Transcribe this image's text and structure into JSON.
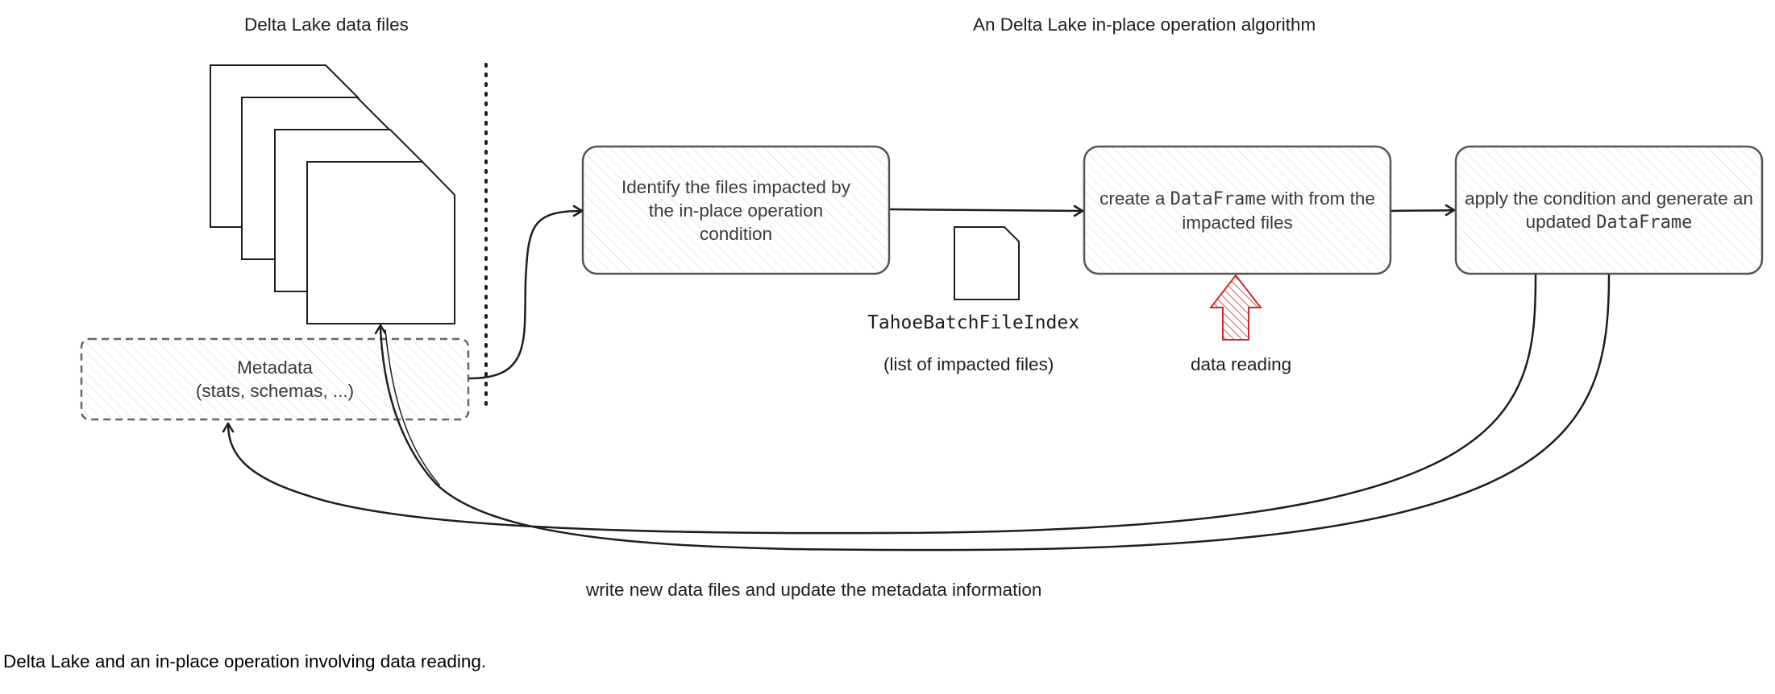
{
  "titles": {
    "left": "Delta Lake data files",
    "right": "An Delta Lake in-place operation algorithm"
  },
  "metadata_box": {
    "line1": "Metadata",
    "line2": "(stats, schemas, ...)"
  },
  "step1": {
    "text": "Identify the files impacted by the in-place operation condition"
  },
  "step2": {
    "pre": "create a ",
    "code": "DataFrame",
    "post": " with from the impacted files"
  },
  "step3": {
    "pre": "apply the condition and generate an updated ",
    "code": "DataFrame"
  },
  "file_index": {
    "name": "TahoeBatchFileIndex",
    "caption": "(list of impacted files)"
  },
  "data_reading": "data reading",
  "write_label": "write new data files and update the metadata information",
  "caption": "Delta Lake and an in-place operation involving data reading.",
  "colors": {
    "stroke": "#1e1e1e",
    "box_stroke": "#555555",
    "hatch": "#d9d9d9",
    "red_arrow": "#c92a2a"
  }
}
